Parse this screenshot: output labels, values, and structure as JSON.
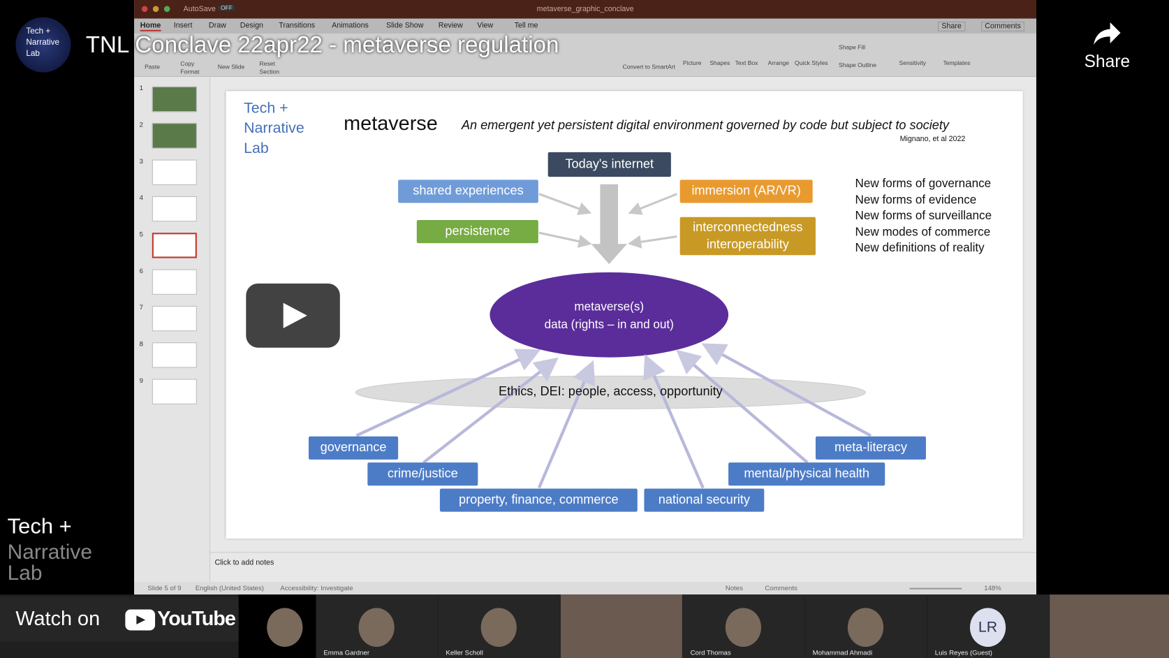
{
  "video": {
    "title": "TNL Conclave 22apr22 - metaverse regulation",
    "channel_avatar_text": "Tech +\nNarrative\nLab",
    "share_label": "Share",
    "watch_on": "Watch on",
    "youtube": "YouTube",
    "overlay_brand": "Tech +",
    "overlay_brand_faded": "Narrative\nLab"
  },
  "ppt": {
    "filename": "metaverse_graphic_conclave",
    "autosave": "AutoSave",
    "autosave_state": "OFF",
    "tabs": [
      "Home",
      "Insert",
      "Draw",
      "Design",
      "Transitions",
      "Animations",
      "Slide Show",
      "Review",
      "View",
      "Tell me"
    ],
    "share": "Share",
    "comments": "Comments",
    "ribbon": {
      "paste": "Paste",
      "copy": "Copy",
      "format": "Format",
      "new_slide": "New Slide",
      "reset": "Reset",
      "section": "Section",
      "convert": "Convert to SmartArt",
      "picture": "Picture",
      "shapes": "Shapes",
      "textbox": "Text Box",
      "arrange": "Arrange",
      "quick_styles": "Quick Styles",
      "shape_fill": "Shape Fill",
      "shape_outline": "Shape Outline",
      "sensitivity": "Sensitivity",
      "templates": "Templates"
    },
    "slide_numbers": [
      "1",
      "2",
      "3",
      "4",
      "5",
      "6",
      "7",
      "8",
      "9"
    ],
    "notes_placeholder": "Click to add notes",
    "status": {
      "slide": "Slide 5 of 9",
      "language": "English (United States)",
      "accessibility": "Accessibility: Investigate",
      "notes": "Notes",
      "comments": "Comments",
      "zoom": "148%"
    }
  },
  "slide": {
    "logo": [
      "Tech +",
      "Narrative",
      "Lab"
    ],
    "title": "metaverse",
    "definition": "An emergent yet persistent digital environment governed by code but subject to society",
    "citation": "Mignano, et al 2022",
    "top": "Today's internet",
    "shared": "shared experiences",
    "persistence": "persistence",
    "immersion": "immersion (AR/VR)",
    "interconnect": "interconnectedness\ninteroperability",
    "new_forms": [
      "New forms of governance",
      "New forms of evidence",
      "New forms of surveillance",
      "New modes of commerce",
      "New definitions of reality"
    ],
    "center_line1": "metaverse(s)",
    "center_line2": "data (rights – in and out)",
    "ethics": "Ethics, DEI: people, access, opportunity",
    "bottom": [
      "governance",
      "crime/justice",
      "property, finance, commerce",
      "national security",
      "mental/physical health",
      "meta-literacy"
    ]
  },
  "participants": [
    {
      "name": ""
    },
    {
      "name": "Emma Gardner"
    },
    {
      "name": "Keller Scholl"
    },
    {
      "name": ""
    },
    {
      "name": "Cord Thomas"
    },
    {
      "name": "Mohammad Ahmadi"
    },
    {
      "name": "Luis Reyes (Guest)",
      "initials": "LR"
    },
    {
      "name": ""
    }
  ]
}
